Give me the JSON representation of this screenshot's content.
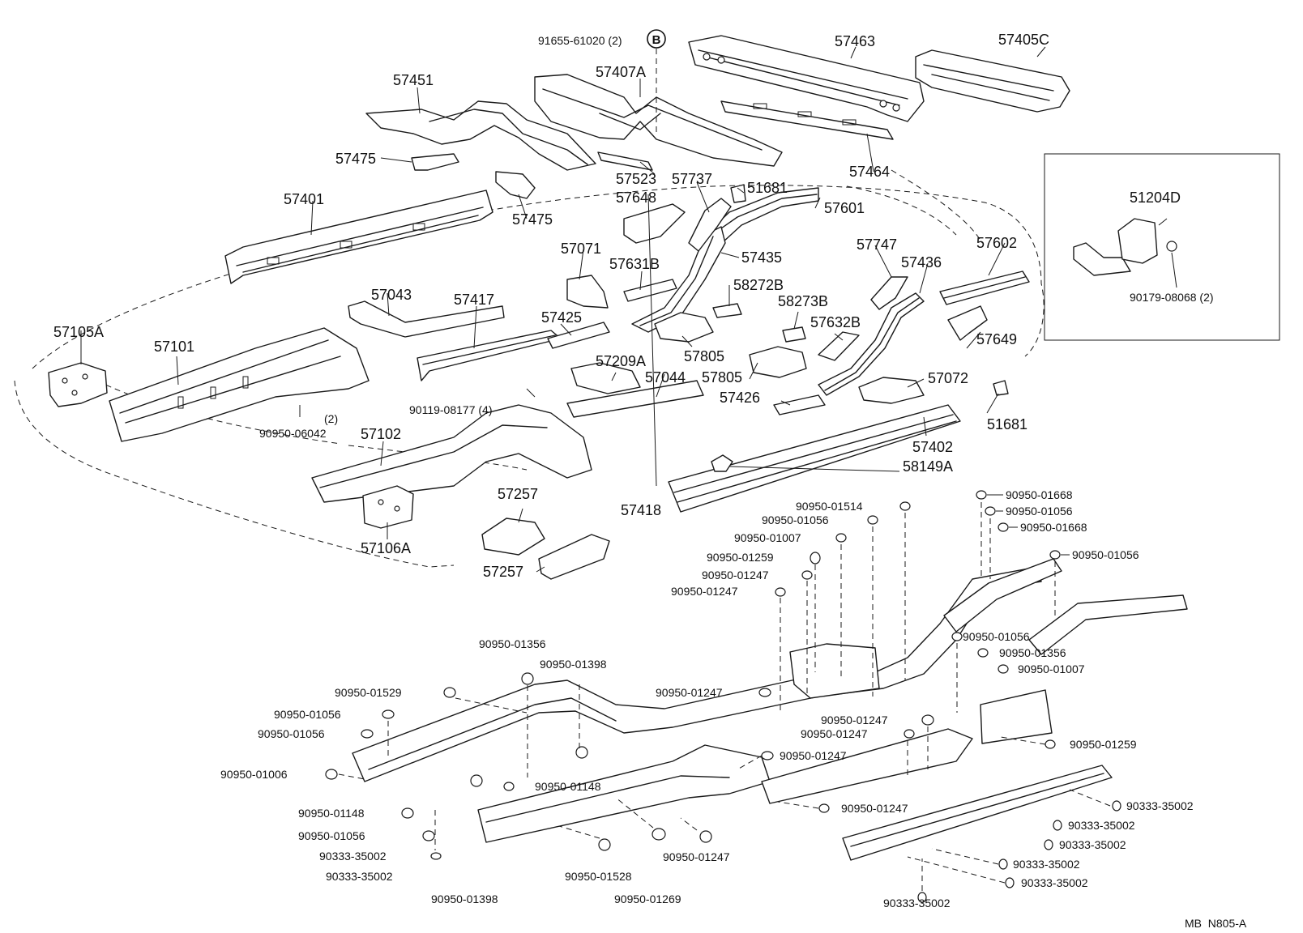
{
  "callout_marker": "B",
  "labels": {
    "p91655": "91655-61020 (2)",
    "p57463": "57463",
    "p57405C": "57405C",
    "p57451": "57451",
    "p57407A": "57407A",
    "p57475a": "57475",
    "p57475b": "57475",
    "p57523": "57523",
    "p57737": "57737",
    "p57648": "57648",
    "p51681a": "51681",
    "p57601": "57601",
    "p57464": "57464",
    "p57401": "57401",
    "p57071": "57071",
    "p57435": "57435",
    "p57747": "57747",
    "p57436": "57436",
    "p57602": "57602",
    "p57631B": "57631B",
    "p58272B": "58272B",
    "p57043": "57043",
    "p57417": "57417",
    "p57425": "57425",
    "p58273B": "58273B",
    "p57632B": "57632B",
    "p57805a": "57805",
    "p57649": "57649",
    "p57105A": "57105A",
    "p57101": "57101",
    "p57209A": "57209A",
    "p57805b": "57805",
    "p57044": "57044",
    "p57072": "57072",
    "p90119": "90119-08177 (4)",
    "p57426": "57426",
    "p51681b": "51681",
    "p2": "(2)",
    "p90950_06042": "90950-06042",
    "p57102": "57102",
    "p57402": "57402",
    "p58149A": "58149A",
    "p57257a": "57257",
    "p57418": "57418",
    "p57106A": "57106A",
    "p57257b": "57257"
  },
  "inset": {
    "part": "51204D",
    "bolt": "90179-08068 (2)"
  },
  "plugs": {
    "r01668a": "90950-01668",
    "r01514": "90950-01514",
    "r01056a": "90950-01056",
    "r01056b": "90950-01056",
    "r01668b": "90950-01668",
    "r01007a": "90950-01007",
    "r01056c": "90950-01056",
    "r01259a": "90950-01259",
    "r01247a": "90950-01247",
    "r01247b": "90950-01247",
    "r01056d": "90950-01056",
    "r01356a": "90950-01356",
    "r01356b": "90950-01356",
    "r01398a": "90950-01398",
    "r01007b": "90950-01007",
    "r01529": "90950-01529",
    "r01247c": "90950-01247",
    "r01056e": "90950-01056",
    "r01247d": "90950-01247",
    "r01056f": "90950-01056",
    "r01247e": "90950-01247",
    "r01259b": "90950-01259",
    "r01247f": "90950-01247",
    "r01006": "90950-01006",
    "r01148a": "90950-01148",
    "r01247g": "90950-01247",
    "r01148b": "90950-01148",
    "r35002a": "90333-35002",
    "r01056g": "90950-01056",
    "r35002b": "90333-35002",
    "r35002c": "90333-35002",
    "r35002d": "90333-35002",
    "r01247h": "90950-01247",
    "r35002e": "90333-35002",
    "r35002f": "90333-35002",
    "r35002g": "90333-35002",
    "r01528": "90950-01528",
    "r01398b": "90950-01398",
    "r01269": "90950-01269",
    "r35002h": "90333-35002"
  },
  "footer_code": "MB  N805-A"
}
